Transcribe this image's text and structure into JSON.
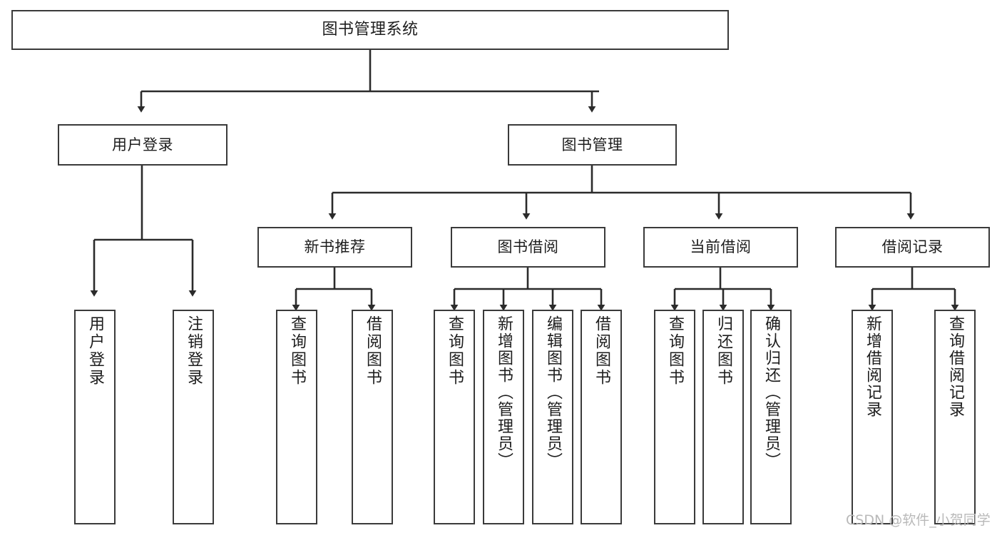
{
  "diagram": {
    "type": "tree",
    "title": "图书管理系统",
    "root": {
      "label": "图书管理系统"
    },
    "level1": [
      {
        "label": "用户登录"
      },
      {
        "label": "图书管理"
      }
    ],
    "level2": [
      {
        "label": "新书推荐"
      },
      {
        "label": "图书借阅"
      },
      {
        "label": "当前借阅"
      },
      {
        "label": "借阅记录"
      }
    ],
    "leaves": {
      "user_login": [
        {
          "label": "用户登录"
        },
        {
          "label": "注销登录"
        }
      ],
      "new_book_recommend": [
        {
          "label": "查询图书"
        },
        {
          "label": "借阅图书"
        }
      ],
      "book_borrow": [
        {
          "label": "查询图书"
        },
        {
          "label": "新增图书（管理员）"
        },
        {
          "label": "编辑图书（管理员）"
        },
        {
          "label": "借阅图书"
        }
      ],
      "current_borrow": [
        {
          "label": "查询图书"
        },
        {
          "label": "归还图书"
        },
        {
          "label": "确认归还（管理员）"
        }
      ],
      "borrow_record": [
        {
          "label": "新增借阅记录"
        },
        {
          "label": "查询借阅记录"
        }
      ]
    }
  },
  "watermark": {
    "text": "CSDN @软件_小贺同学"
  },
  "colors": {
    "border": "#3a3a3a",
    "text": "#1d1d1d",
    "background": "#ffffff",
    "edge": "#2b2b2b",
    "watermark": "#b9b9b9"
  }
}
